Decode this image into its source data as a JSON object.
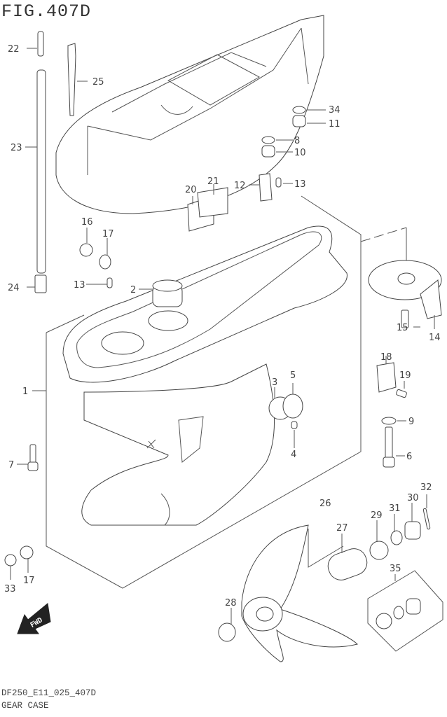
{
  "figure": {
    "title": "FIG.407D",
    "code": "DF250_E11_025_407D",
    "name": "GEAR CASE"
  },
  "fwd_badge": {
    "label": "FWD",
    "icon": "fwd-arrow-icon"
  },
  "callouts": {
    "c1": "1",
    "c2": "2",
    "c3": "3",
    "c4": "4",
    "c5": "5",
    "c6": "6",
    "c7": "7",
    "c8": "8",
    "c9": "9",
    "c10": "10",
    "c11": "11",
    "c12": "12",
    "c13a": "13",
    "c13b": "13",
    "c14": "14",
    "c15": "15",
    "c16": "16",
    "c17a": "17",
    "c17b": "17",
    "c18": "18",
    "c19": "19",
    "c20": "20",
    "c21": "21",
    "c22": "22",
    "c23": "23",
    "c24": "24",
    "c25": "25",
    "c26": "26",
    "c27": "27",
    "c28": "28",
    "c29": "29",
    "c30": "30",
    "c31": "31",
    "c32": "32",
    "c33": "33",
    "c34": "34",
    "c35": "35"
  }
}
